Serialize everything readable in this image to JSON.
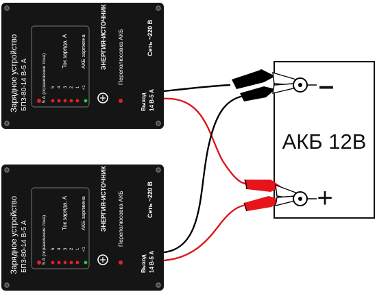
{
  "chargers": [
    {
      "title": "Зарядное устройство",
      "model": "БПЗ-80-14 В-5 А",
      "limit_note": "5 А (ограничение тока)",
      "current_label": "Ток заряда, А",
      "charged_label": "АКБ заряжена",
      "brand": "ЭНЕРГИЯ-ИСТОЧНИК",
      "polarity_label": "Переполюсовка АКБ",
      "mains_label": "Сеть ~220 В",
      "output_label": "Выход",
      "output_value": "14 В-5 А",
      "scale": [
        "5",
        "4",
        "3",
        "2",
        "1",
        "<1"
      ]
    },
    {
      "title": "Зарядное устройство",
      "model": "БПЗ-80-14 В-5 А",
      "limit_note": "5 А (ограничение тока)",
      "current_label": "Ток заряда, А",
      "charged_label": "АКБ заряжена",
      "brand": "ЭНЕРГИЯ-ИСТОЧНИК",
      "polarity_label": "Переполюсовка АКБ",
      "mains_label": "Сеть ~220 В",
      "output_label": "Выход",
      "output_value": "14 В-5 А",
      "scale": [
        "5",
        "4",
        "3",
        "2",
        "1",
        "<1"
      ]
    }
  ],
  "battery": {
    "label": "АКБ 12В",
    "minus": "–",
    "plus": "+"
  },
  "colors": {
    "housing": "#151515",
    "wire_red": "#e0141a",
    "wire_black": "#000000",
    "clamp_red": "#e8141b",
    "led_red": "#e6202a",
    "led_green": "#1fcf3a"
  },
  "icons": [
    "brand-logo-icon",
    "clamp-icon",
    "led-indicator-icon",
    "screw-icon"
  ]
}
